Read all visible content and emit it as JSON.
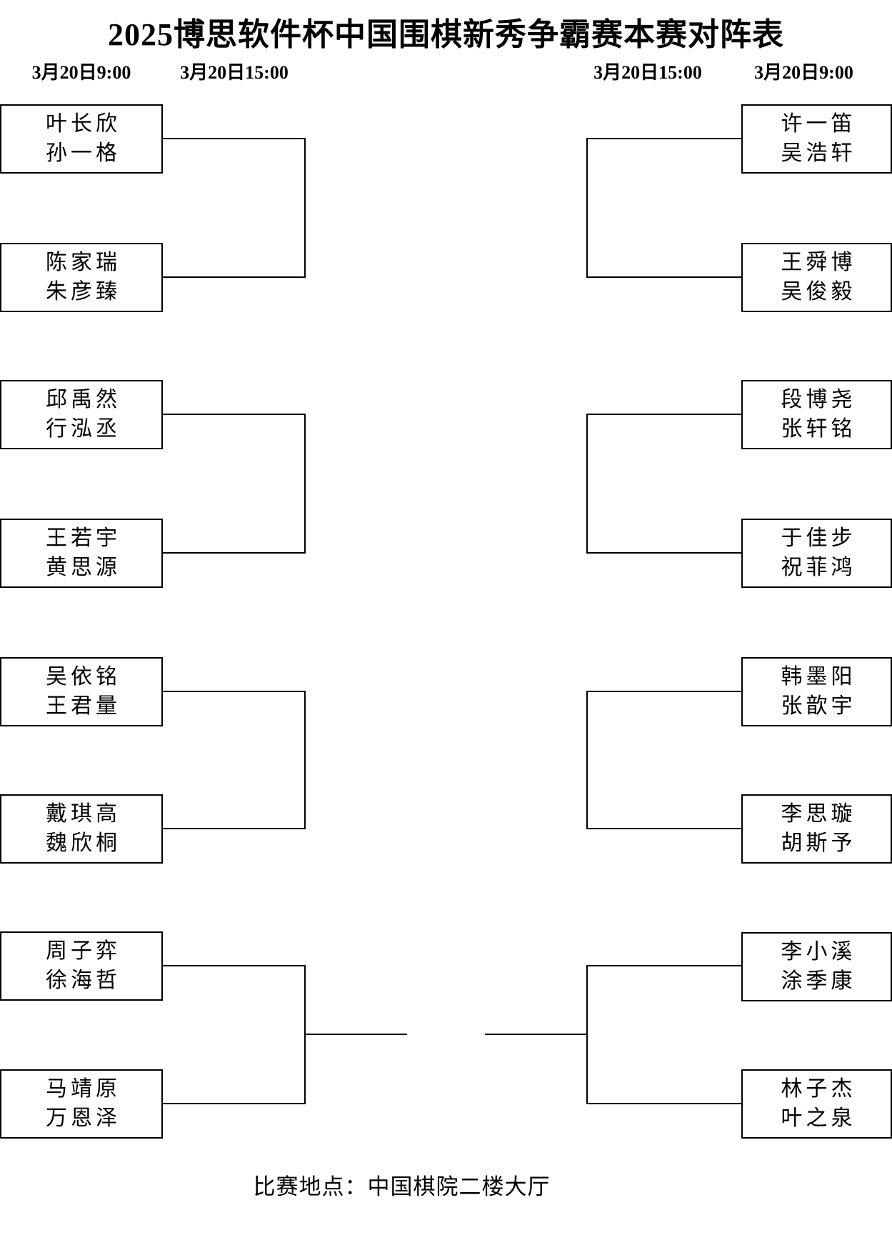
{
  "title": "2025博思软件杯中国围棋新秀争霸赛本赛对阵表",
  "schedule": {
    "left": [
      "3月20日9:00",
      "3月20日15:00"
    ],
    "right": [
      "3月20日15:00",
      "3月20日9:00"
    ]
  },
  "bracket": {
    "left": [
      {
        "players": [
          "叶长欣",
          "孙一格"
        ]
      },
      {
        "players": [
          "陈家瑞",
          "朱彦臻"
        ]
      },
      {
        "players": [
          "邱禹然",
          "行泓丞"
        ]
      },
      {
        "players": [
          "王若宇",
          "黄思源"
        ]
      },
      {
        "players": [
          "吴依铭",
          "王君量"
        ]
      },
      {
        "players": [
          "戴琪高",
          "魏欣桐"
        ]
      },
      {
        "players": [
          "周子弈",
          "徐海哲"
        ]
      },
      {
        "players": [
          "马靖原",
          "万恩泽"
        ]
      }
    ],
    "right": [
      {
        "players": [
          "许一笛",
          "吴浩轩"
        ]
      },
      {
        "players": [
          "王舜博",
          "吴俊毅"
        ]
      },
      {
        "players": [
          "段博尧",
          "张轩铭"
        ]
      },
      {
        "players": [
          "于佳步",
          "祝菲鸿"
        ]
      },
      {
        "players": [
          "韩墨阳",
          "张歆宇"
        ]
      },
      {
        "players": [
          "李思璇",
          "胡斯予"
        ]
      },
      {
        "players": [
          "李小溪",
          "涂季康"
        ]
      },
      {
        "players": [
          "林子杰",
          "叶之泉"
        ]
      }
    ]
  },
  "footer": {
    "venue": "比赛地点：中国棋院二楼大厅"
  },
  "colors": {
    "background": "#ffffff",
    "text": "#000000",
    "line": "#000000"
  }
}
